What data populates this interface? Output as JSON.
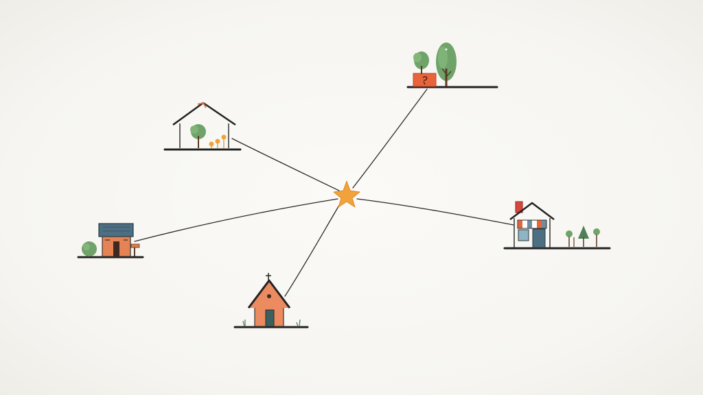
{
  "diagram": {
    "center": {
      "name": "hub-star",
      "color": "#f2a23a"
    },
    "nodes": [
      {
        "id": "garden-house",
        "icon": "house-with-tree-icon",
        "color": "#e07a4a"
      },
      {
        "id": "park",
        "icon": "trees-and-bench-icon",
        "color": "#e8643a"
      },
      {
        "id": "cottage",
        "icon": "small-house-icon",
        "color": "#e58355"
      },
      {
        "id": "shop",
        "icon": "shop-with-awning-icon",
        "color": "#6e8ea0"
      },
      {
        "id": "chapel",
        "icon": "chapel-icon",
        "color": "#ec8a60"
      }
    ],
    "connections": [
      {
        "from": "hub-star",
        "to": "garden-house"
      },
      {
        "from": "hub-star",
        "to": "park"
      },
      {
        "from": "hub-star",
        "to": "cottage"
      },
      {
        "from": "hub-star",
        "to": "shop"
      },
      {
        "from": "hub-star",
        "to": "chapel"
      }
    ],
    "colors": {
      "line": "#2a2a2a",
      "tree_green": "#6fa36a",
      "tree_dark": "#4f7f58",
      "roof_blue": "#4d6f82",
      "star": "#f2a23a"
    }
  }
}
